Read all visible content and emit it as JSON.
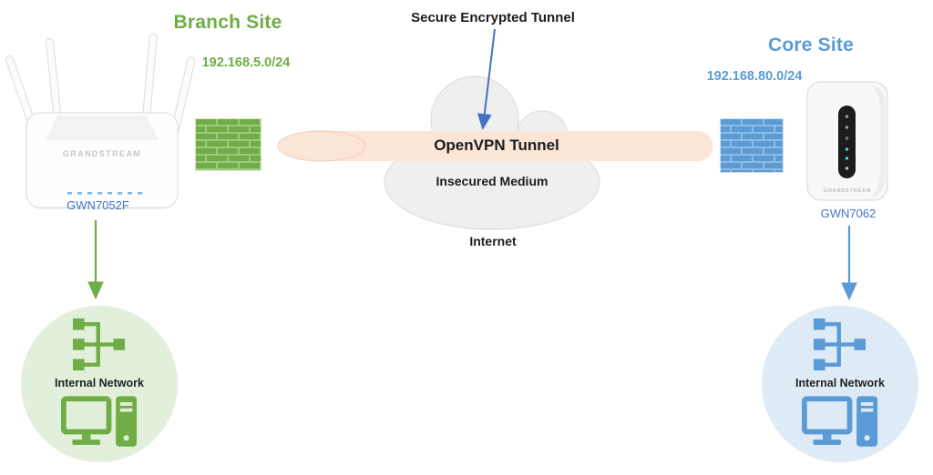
{
  "branch": {
    "title": "Branch Site",
    "subnet": "192.168.5.0/24",
    "device_label": "GWN7052F",
    "device_brand": "GRANDSTREAM",
    "internal_label": "Internal Network",
    "accent": "#70AD47",
    "circle_fill": "#E2EFDA"
  },
  "core": {
    "title": "Core Site",
    "subnet": "192.168.80.0/24",
    "device_label": "GWN7062",
    "device_brand": "GRANDSTREAM",
    "internal_label": "Internal Network",
    "accent": "#5B9BD5",
    "circle_fill": "#DEEBF7"
  },
  "tunnel": {
    "callout": "Secure Encrypted Tunnel",
    "label": "OpenVPN Tunnel",
    "medium_label": "Insecured Medium",
    "internet_label": "Internet",
    "fill": "#FBE5D6"
  },
  "colors": {
    "branch_green": "#70AD47",
    "branch_mortar": "#A9D08E",
    "core_blue": "#5B9BD5",
    "core_mortar": "#9DC3E6",
    "device_label_blue": "#4472C4",
    "callout_arrow_blue": "#4472C4",
    "cloud_fill": "#EFEFEF",
    "tunnel_fill": "#FBE5D6"
  },
  "icons": [
    "branch-firewall-icon",
    "core-firewall-icon",
    "internet-cloud",
    "vpn-tunnel-pipe",
    "network-tree-icon",
    "desktop-computer-icon",
    "down-arrow",
    "callout-arrow",
    "wifi-router",
    "tower-router"
  ]
}
